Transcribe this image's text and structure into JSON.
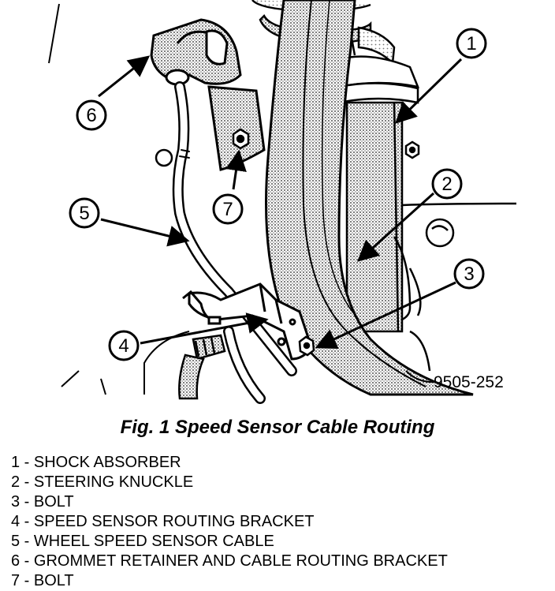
{
  "figure": {
    "caption": "Fig. 1 Speed Sensor Cable Routing",
    "reference_code": "9505-252",
    "callouts": [
      "1",
      "2",
      "3",
      "4",
      "5",
      "6",
      "7"
    ],
    "legend": [
      "1 - SHOCK ABSORBER",
      "2 - STEERING KNUCKLE",
      "3 - BOLT",
      "4 - SPEED SENSOR ROUTING BRACKET",
      "5 - WHEEL SPEED SENSOR CABLE",
      "6 - GROMMET RETAINER AND CABLE ROUTING BRACKET",
      "7 - BOLT"
    ]
  },
  "colors": {
    "ink": "#000000",
    "paper": "#ffffff",
    "shade": "#bdbdbd"
  }
}
